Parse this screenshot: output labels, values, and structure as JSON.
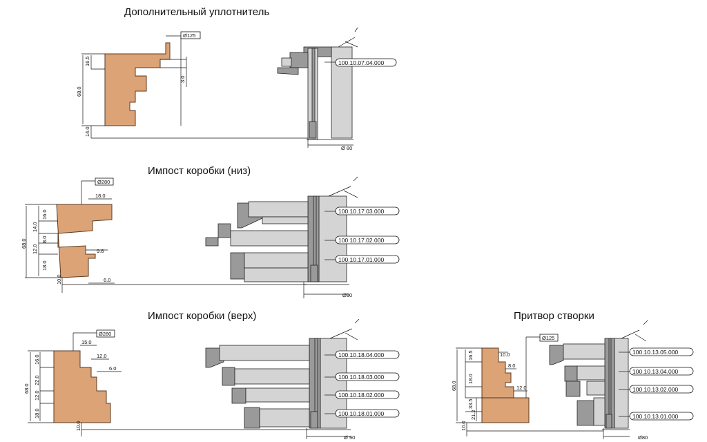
{
  "sections": [
    {
      "title": "Дополнительный уплотнитель",
      "diameter_top": "Ø125",
      "diameter_bottom": "Ø 80",
      "dims": [
        "16.5",
        "68.0",
        "14.0",
        "3.0"
      ],
      "codes": [
        "100.10.07.04.000"
      ]
    },
    {
      "title": "Импост коробки (низ)",
      "diameter_top": "Ø280",
      "diameter_bottom": "Ø90",
      "dims": [
        "18.0",
        "16.0",
        "14.0",
        "68.0",
        "8.0",
        "12.0",
        "9.6",
        "18.0",
        "10.0",
        "6.0"
      ],
      "codes": [
        "100.10.17.03.000",
        "100.10.17.02.000",
        "100.10.17.01.000"
      ]
    },
    {
      "title": "Импост коробки (верх)",
      "diameter_top": "Ø280",
      "diameter_bottom": "Ø 90",
      "dims": [
        "15.0",
        "12.0",
        "6.0",
        "16.0",
        "68.0",
        "22.0",
        "12.0",
        "18.0",
        "10.0"
      ],
      "codes": [
        "100.10.18.04.000",
        "100.10.18.03.000",
        "100.10.18.02.000",
        "100.10.18.01.000"
      ]
    },
    {
      "title": "Притвор створки",
      "diameter_top": "Ø125",
      "diameter_bottom": "Ø80",
      "dims": [
        "10.0",
        "16.5",
        "8.0",
        "68.0",
        "18.0",
        "12.0",
        "33.5",
        "21.2",
        "10.0"
      ],
      "codes": [
        "100.10.13.05.000",
        "100.10.13.04.000",
        "100.10.13.02.000",
        "100.10.13.01.000"
      ]
    }
  ]
}
